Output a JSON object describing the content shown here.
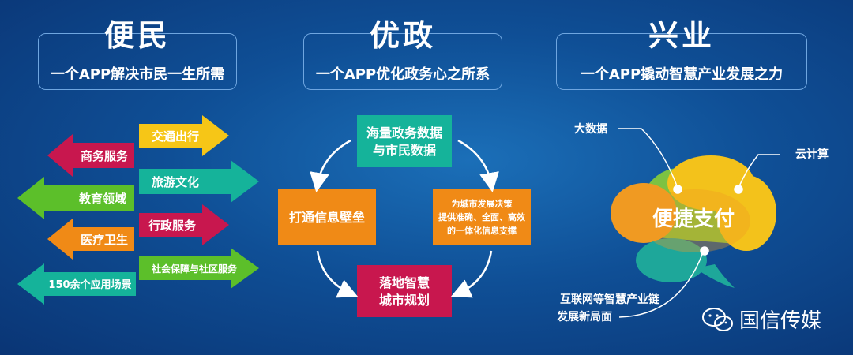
{
  "columns": [
    {
      "title": "便民",
      "subtitle": "一个APP解决市民一生所需"
    },
    {
      "title": "优政",
      "subtitle": "一个APP优化政务心之所系"
    },
    {
      "title": "兴业",
      "subtitle": "一个APP撬动智慧产业发展之力"
    }
  ],
  "bianmin": {
    "left_arrows": [
      "商务服务",
      "教育领域",
      "医疗卫生",
      "150余个应用场景"
    ],
    "right_arrows": [
      "交通出行",
      "旅游文化",
      "行政服务",
      "社会保障与社区服务"
    ]
  },
  "youzheng": {
    "top": [
      "海量政务数据",
      "与市民数据"
    ],
    "right": [
      "为城市发展决策",
      "提供准确、全面、高效",
      "的一体化信息支撑"
    ],
    "bottom": [
      "落地智慧",
      "城市规划"
    ],
    "left": "打通信息壁垒"
  },
  "xingye": {
    "center": "便捷支付",
    "label_bigdata": "大数据",
    "label_cloud": "云计算",
    "label_internet": [
      "互联网等智慧产业链",
      "发展新局面"
    ]
  },
  "brand": {
    "name": "国信传媒"
  },
  "colors": {
    "bg": "#0f4f96",
    "red": "#c8174e",
    "green": "#5cbf2a",
    "orange": "#f08a16",
    "yellow": "#f6c617",
    "teal": "#15b39a",
    "blue": "#1f8fd6",
    "cloud_yellow": "#f3c21b",
    "cloud_green": "#7cc242",
    "cloud_orange": "#f09a22",
    "cloud_teal": "#1ea79a"
  }
}
